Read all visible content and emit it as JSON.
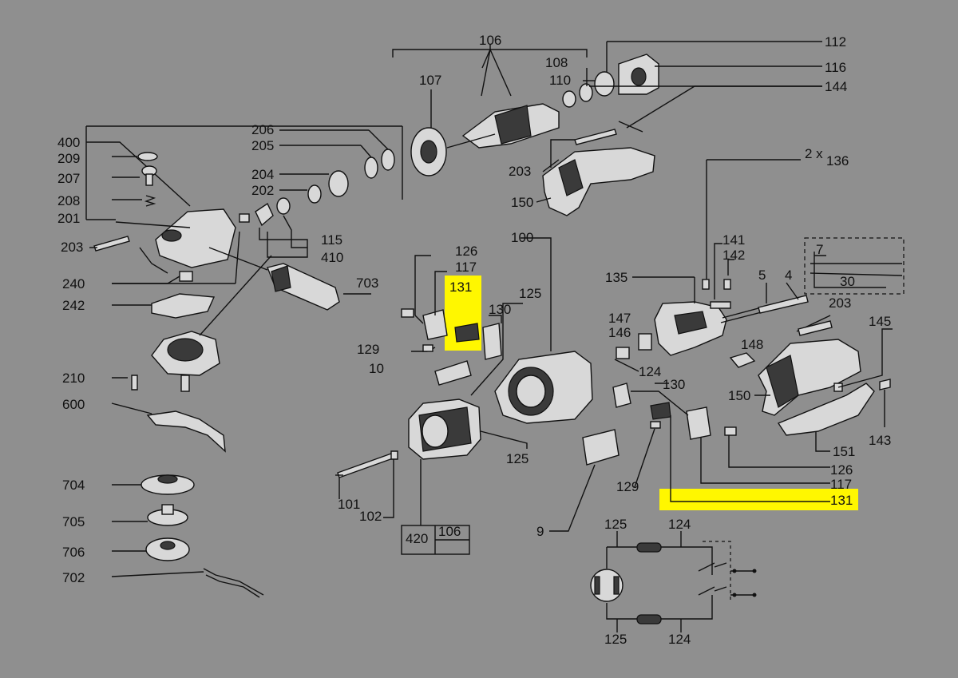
{
  "part_labels": {
    "p106": "106",
    "p112": "112",
    "p116": "116",
    "p108": "108",
    "p110": "110",
    "p107": "107",
    "p144": "144",
    "p400": "400",
    "p209": "209",
    "p207": "207",
    "p208": "208",
    "p201": "201",
    "p203a": "203",
    "p206": "206",
    "p205": "205",
    "p204": "204",
    "p202": "202",
    "p115": "115",
    "p410": "410",
    "p240": "240",
    "p242": "242",
    "p703": "703",
    "p210": "210",
    "p600": "600",
    "p704": "704",
    "p705": "705",
    "p706": "706",
    "p702": "702",
    "p203b": "203",
    "p150a": "150",
    "p136_prefix": "2 x",
    "p136": "136",
    "p126a": "126",
    "p117a": "117",
    "p131a": "131",
    "p130a": "130",
    "p125a": "125",
    "p100": "100",
    "p129a": "129",
    "p10": "10",
    "p141": "141",
    "p142": "142",
    "p135": "135",
    "p5": "5",
    "p4": "4",
    "p203c": "203",
    "p7": "7",
    "p30": "30",
    "p147": "147",
    "p146": "146",
    "p124a": "124",
    "p148": "148",
    "p145": "145",
    "p130b": "130",
    "p150b": "150",
    "p151": "151",
    "p143": "143",
    "p126b": "126",
    "p117b": "117",
    "p131b": "131",
    "p129b": "129",
    "p125b": "125",
    "p101": "101",
    "p102": "102",
    "p420": "420",
    "p106b": "106",
    "p9": "9",
    "p125c": "125",
    "p124b": "124",
    "p125d": "125",
    "p124c": "124"
  },
  "highlight_color": "#fff700",
  "background_color": "#8f8f8f"
}
